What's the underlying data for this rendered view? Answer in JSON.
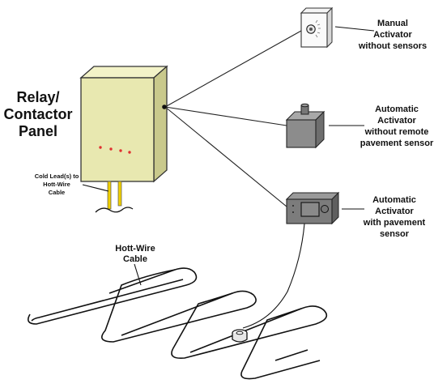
{
  "panel": {
    "title_line1": "Relay/",
    "title_line2": "Contactor",
    "title_line3": "Panel",
    "body_color": "#e8e8b0",
    "led_color": "#e03030"
  },
  "cold_lead": {
    "line1": "Cold Lead(s) to",
    "line2": "Hott-Wire",
    "line3": "Cable",
    "wire_color": "#f0d000"
  },
  "manual_activator": {
    "line1": "Manual",
    "line2": "Activator",
    "line3": "without sensors"
  },
  "auto_no_sensor": {
    "line1": "Automatic",
    "line2": "Activator",
    "line3": "without remote",
    "line4": "pavement sensor"
  },
  "auto_with_sensor": {
    "line1": "Automatic",
    "line2": "Activator",
    "line3": "with pavement",
    "line4": "sensor"
  },
  "cable": {
    "line1": "Hott-Wire",
    "line2": "Cable"
  }
}
